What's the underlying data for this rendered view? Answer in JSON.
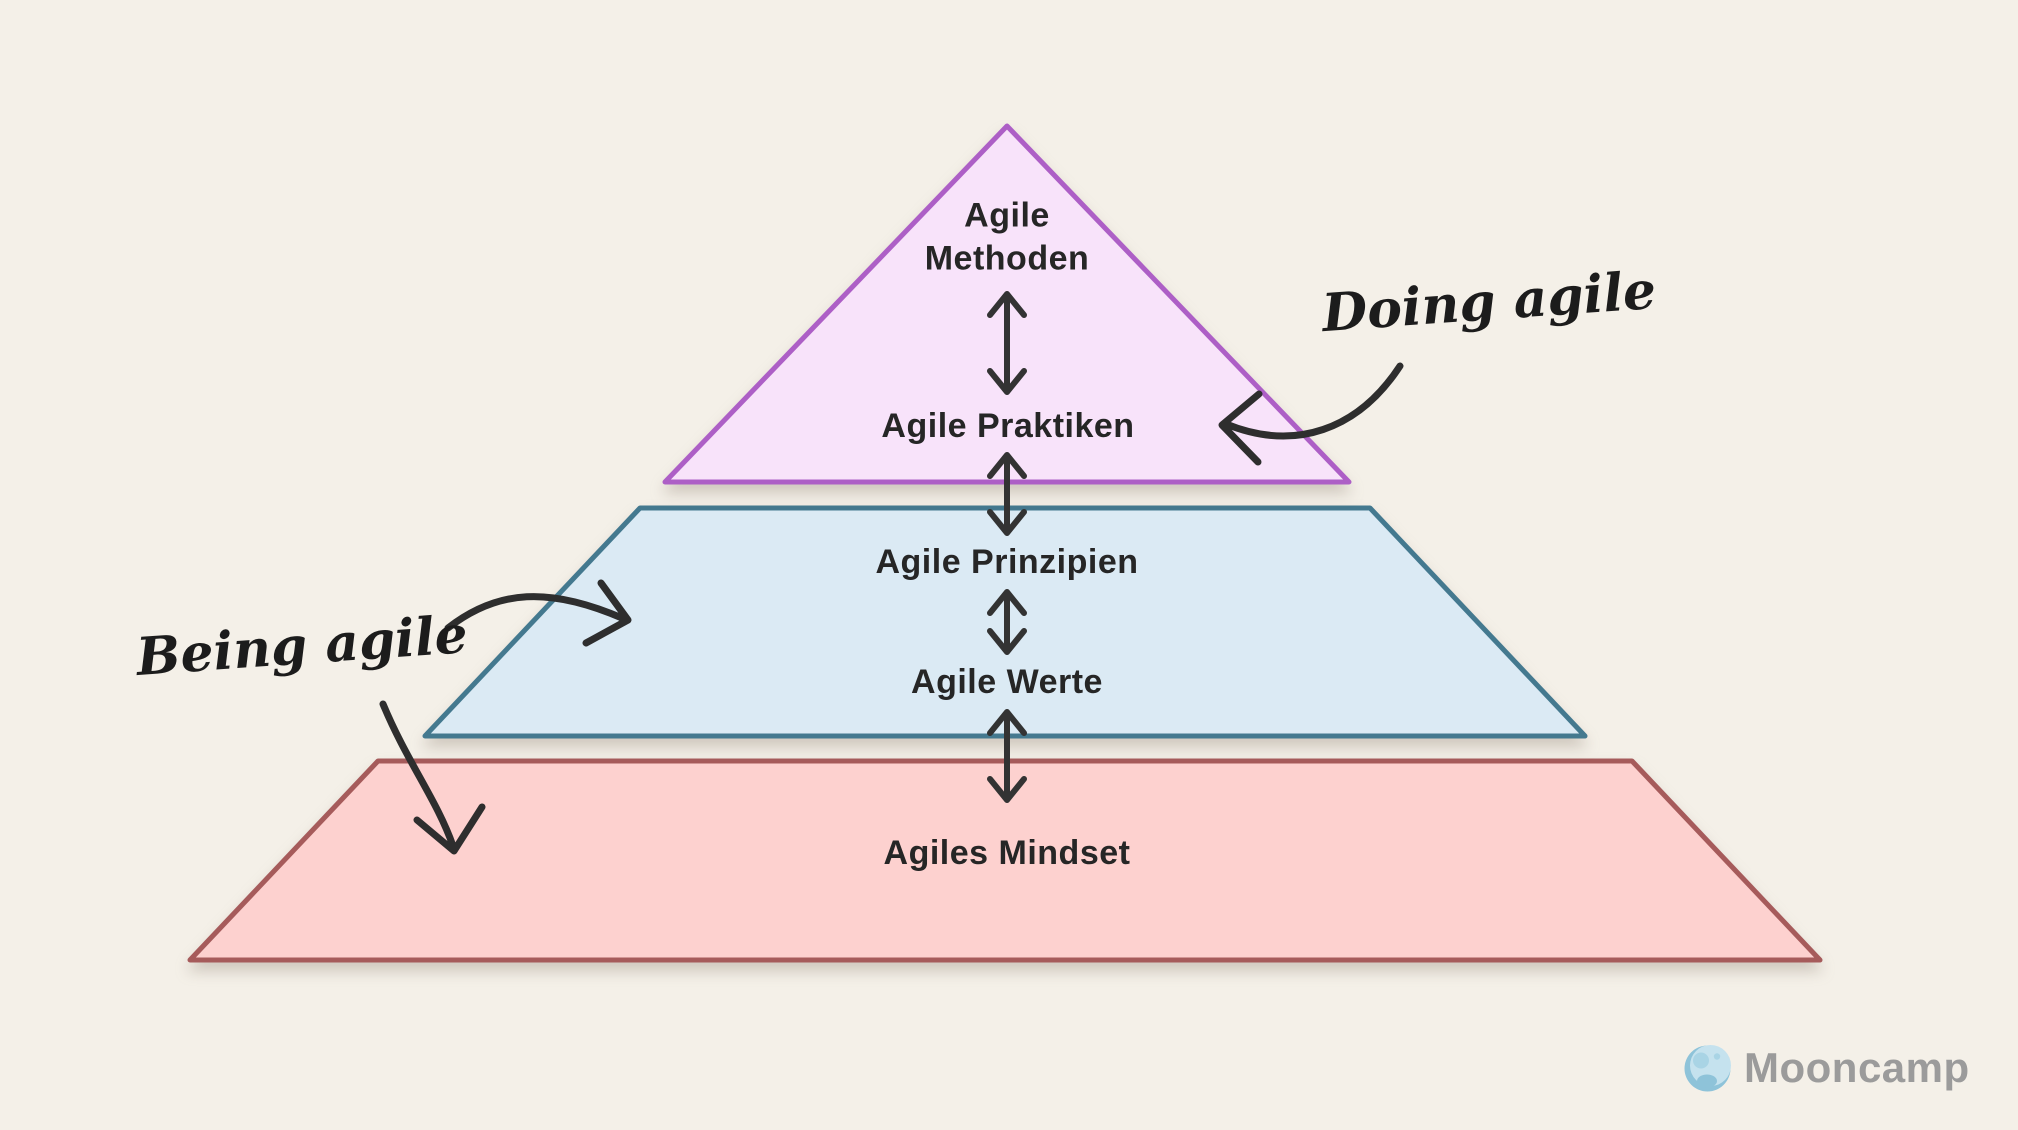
{
  "diagram_title": "Agile pyramid (German)",
  "labels": {
    "methoden": "Agile\nMethoden",
    "praktiken": "Agile Praktiken",
    "prinzipien": "Agile Prinzipien",
    "werte": "Agile Werte",
    "mindset": "Agiles Mindset"
  },
  "annotations": {
    "doing": "Doing agile",
    "being": "Being agile"
  },
  "branding": {
    "logo_text": "Mooncamp",
    "icon": "moon-icon"
  },
  "colors": {
    "background": "#f4f0e8",
    "tier_methods_fill": "#f8e3fa",
    "tier_methods_border": "#ad5fc6",
    "tier_principles_fill": "#dbeaf4",
    "tier_principles_border": "#44798f",
    "tier_mindset_fill": "#fdd1cf",
    "tier_mindset_border": "#a65b5b",
    "flow_arrow": "#333333",
    "annotation_arrow": "#2e2e2e",
    "label_text": "#262626",
    "handwriting_text": "#1c1c1c",
    "logo_text": "#9b9b9b",
    "moon_base": "#c5e2ee",
    "moon_shade": "#8ec3d9",
    "moon_crater": "#a9d4e5"
  }
}
